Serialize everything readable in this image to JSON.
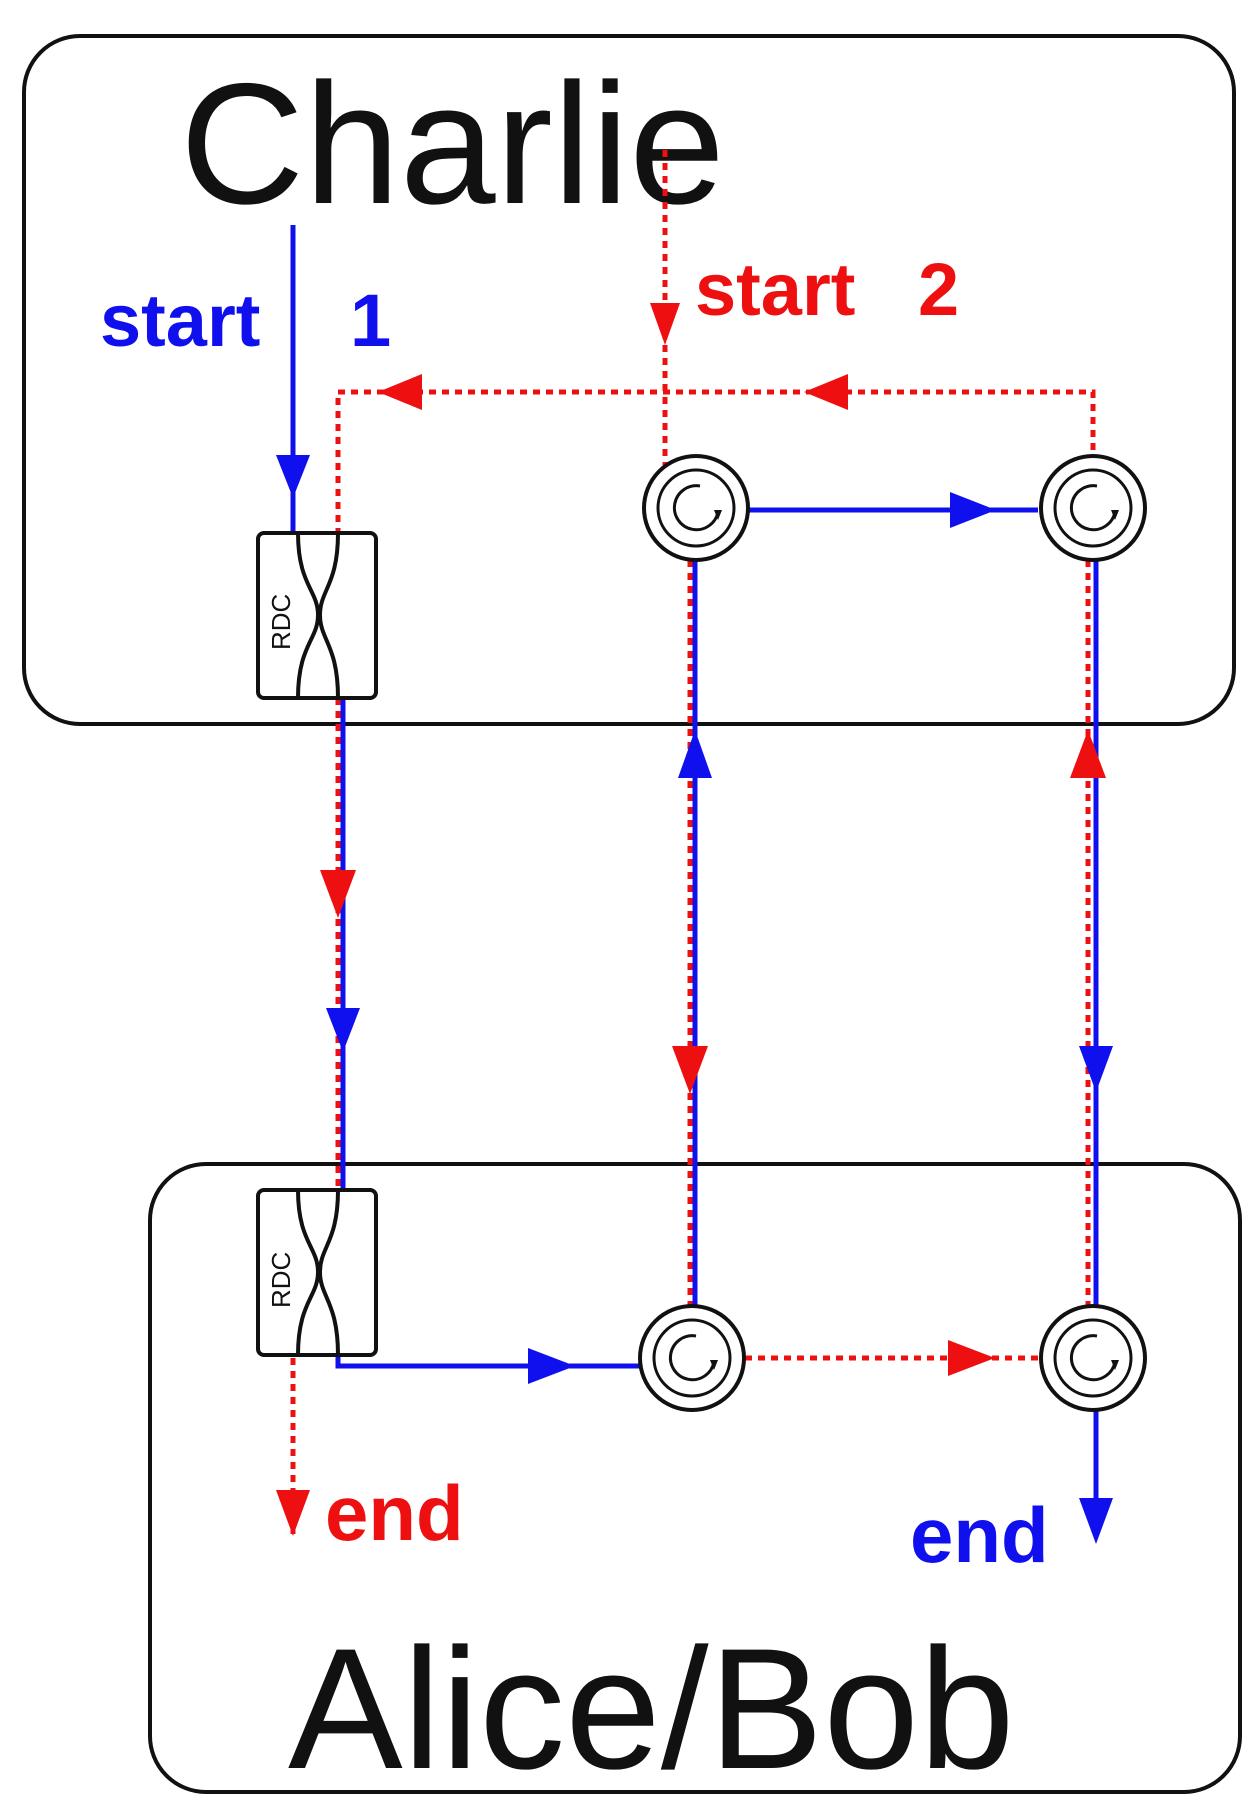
{
  "nodes": {
    "top_party": "Charlie",
    "bottom_party": "Alice/Bob"
  },
  "components": {
    "coupler_label": "RDC"
  },
  "paths": {
    "path1_start": "start",
    "path1_num": "1",
    "path1_end": "end",
    "path2_start": "start",
    "path2_num": "2",
    "path2_end": "end"
  },
  "colors": {
    "path1": "#1010ee",
    "path2": "#ee1010",
    "outline": "#111111"
  }
}
